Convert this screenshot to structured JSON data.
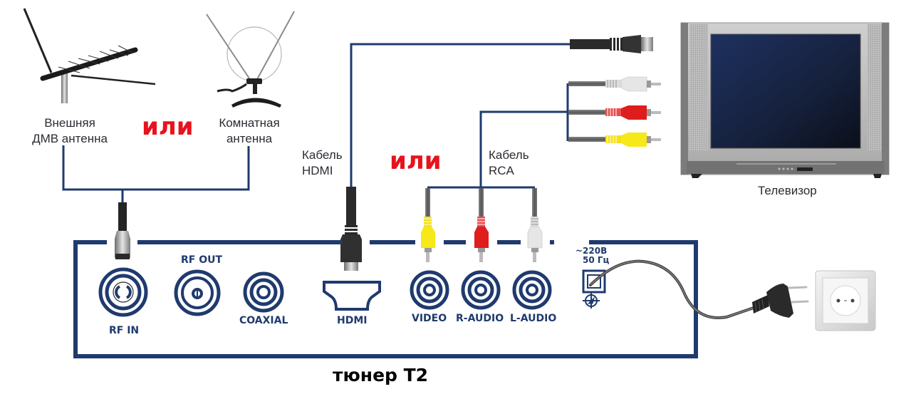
{
  "colors": {
    "outline": "#1f3a6e",
    "or_label": "#e8121e",
    "rca_video": "#f7e81a",
    "rca_right": "#e01d1d",
    "rca_left": "#e6e6e6",
    "tv_screen": "#1c2c4e"
  },
  "antennas": {
    "outdoor": {
      "label_line1": "Внешняя",
      "label_line2": "ДМВ антенна",
      "icon": "yagi-antenna-icon"
    },
    "or_label": "или",
    "indoor": {
      "label_line1": "Комнатная",
      "label_line2": "антенна",
      "icon": "indoor-antenna-icon"
    }
  },
  "cables": {
    "hdmi": {
      "label_line1": "Кабель",
      "label_line2": "HDMI",
      "icon": "hdmi-plug-icon"
    },
    "or_label": "или",
    "rca": {
      "label_line1": "Кабель",
      "label_line2": "RCA",
      "icon": "rca-plug-icon"
    }
  },
  "tv": {
    "label": "Телевизор",
    "icon": "crt-tv-icon"
  },
  "tuner": {
    "title": "тюнер Т2",
    "ports": [
      {
        "id": "rf-in",
        "label": "RF IN"
      },
      {
        "id": "rf-out",
        "label": "RF OUT"
      },
      {
        "id": "coaxial",
        "label": "COAXIAL"
      },
      {
        "id": "hdmi",
        "label": "HDMI"
      },
      {
        "id": "video",
        "label": "VIDEO"
      },
      {
        "id": "r-audio",
        "label": "R-AUDIO"
      },
      {
        "id": "l-audio",
        "label": "L-AUDIO"
      }
    ],
    "power": {
      "voltage": "~220В",
      "frequency": "50 Гц"
    }
  },
  "power_outlet": {
    "icon": "power-outlet-icon"
  }
}
